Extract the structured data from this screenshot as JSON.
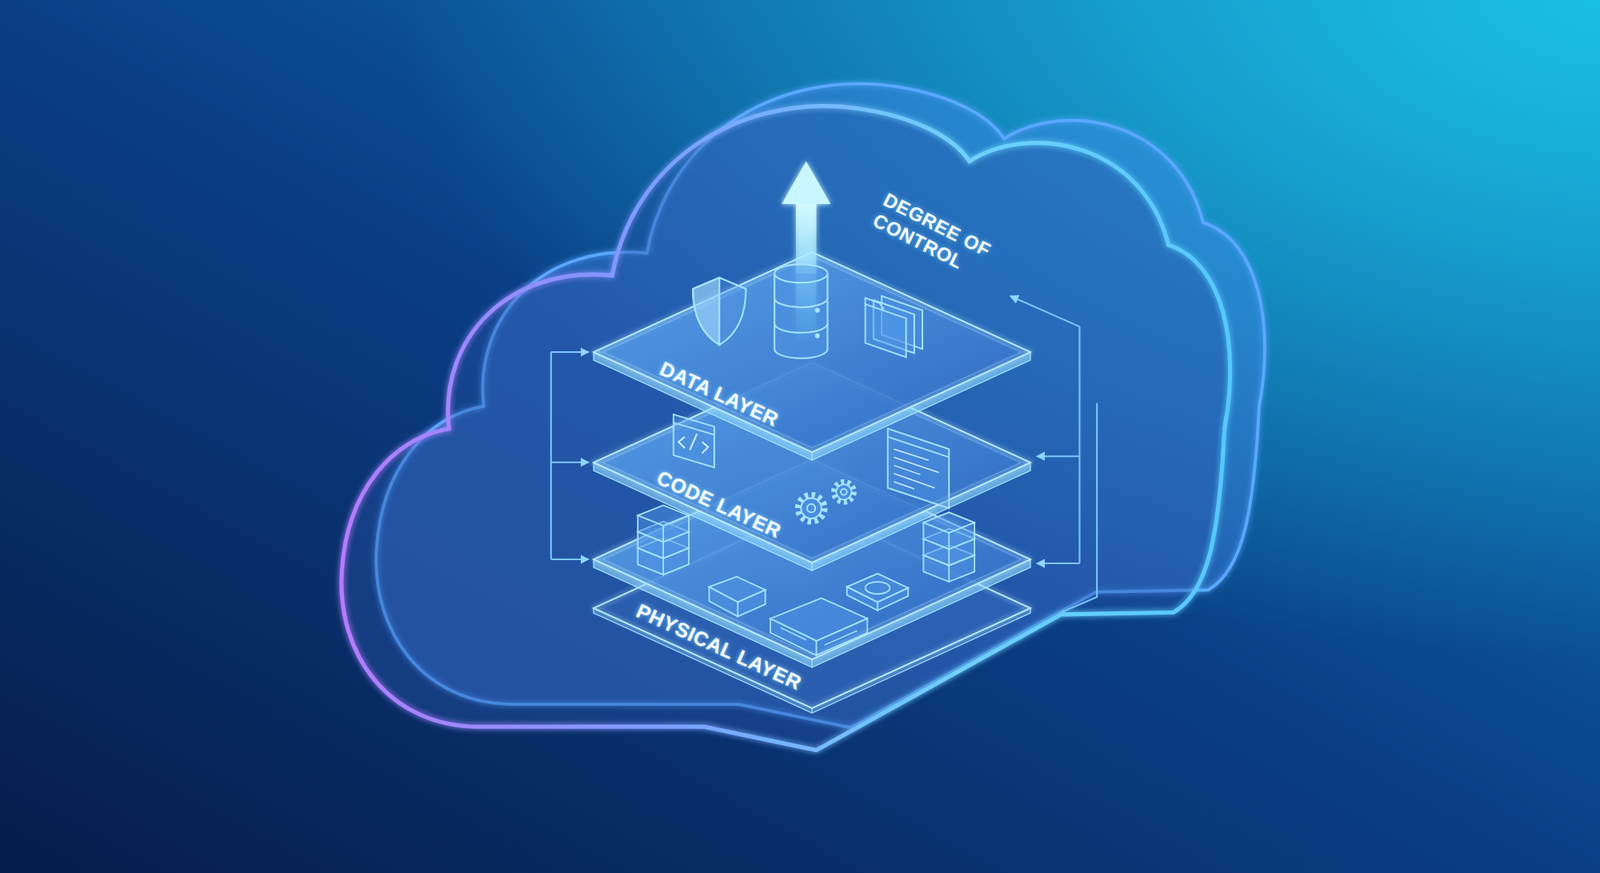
{
  "diagram": {
    "nodes": [
      {
        "text": [
          "DATA LAYER"
        ]
      },
      {
        "text": [
          "CODE LAYER"
        ]
      },
      {
        "text": [
          "PHYSICAL LAYER"
        ]
      }
    ],
    "edges": [
      {
        "from": 2,
        "to": 1,
        "arrow": "to"
      },
      {
        "from": 1,
        "to": 0,
        "arrow": "to"
      }
    ],
    "labels": [
      "DEGREE OF CONTROL"
    ]
  }
}
